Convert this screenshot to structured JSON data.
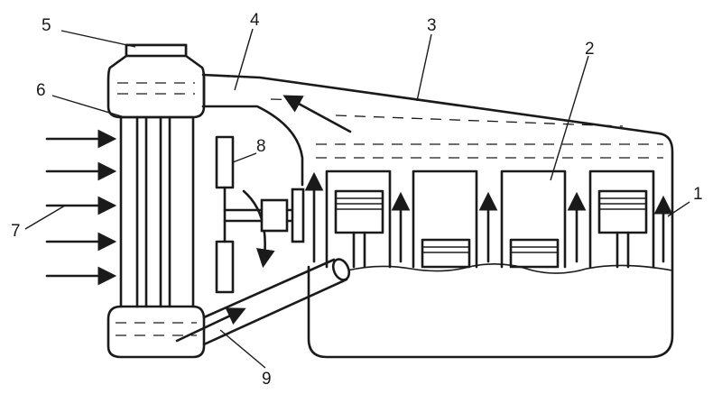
{
  "labels": {
    "l1": "1",
    "l2": "2",
    "l3": "3",
    "l4": "4",
    "l5": "5",
    "l6": "6",
    "l7": "7",
    "l8": "8",
    "l9": "9"
  },
  "colors": {
    "ink": "#1a1a1a",
    "background": "#ffffff"
  }
}
